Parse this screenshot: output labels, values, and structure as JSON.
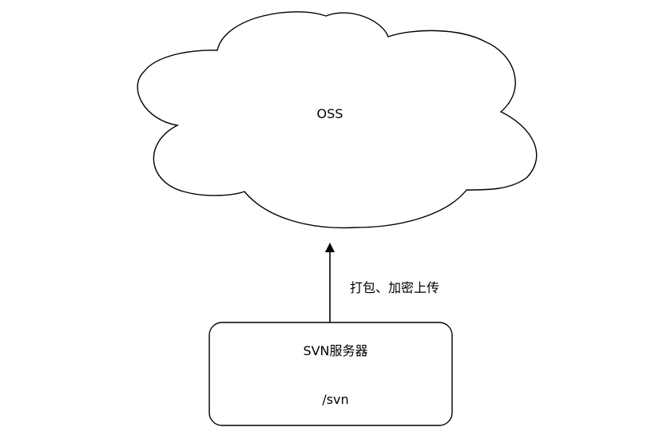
{
  "cloud": {
    "label": "OSS"
  },
  "server": {
    "title": "SVN服务器",
    "path": "/svn"
  },
  "edge": {
    "label": "打包、加密上传"
  },
  "colors": {
    "stroke": "#000000",
    "fill": "#ffffff",
    "text": "#000000"
  }
}
